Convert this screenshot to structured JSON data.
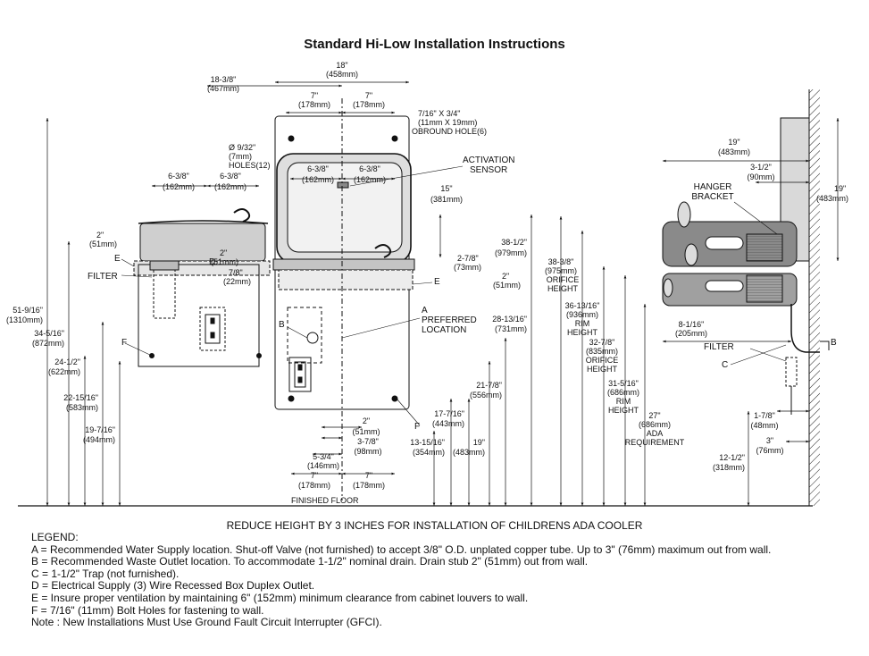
{
  "title": "Standard Hi-Low Installation Instructions",
  "reduce_note": "REDUCE HEIGHT BY 3 INCHES FOR INSTALLATION OF CHILDRENS ADA COOLER",
  "finished_floor": "FINISHED FLOOR",
  "legend": {
    "heading": "LEGEND:",
    "items": [
      "A = Recommended Water Supply location. Shut-off Valve (not furnished) to accept 3/8\" O.D. unplated copper tube. Up to 3\" (76mm) maximum out from wall.",
      "B = Recommended Waste Outlet location. To accommodate 1-1/2\" nominal drain. Drain stub 2\" (51mm) out from wall.",
      "C = 1-1/2\" Trap (not furnished).",
      "D = Electrical Supply (3) Wire Recessed Box Duplex Outlet.",
      "E = Insure proper ventilation by maintaining 6\" (152mm) minimum clearance from cabinet louvers to wall.",
      "F = 7/16\" (11mm) Bolt Holes for fastening to wall.",
      "Note : New Installations Must Use Ground Fault Circuit Interrupter (GFCI)."
    ]
  },
  "labels": {
    "filter": "FILTER",
    "activation": "ACTIVATION",
    "sensor": "SENSOR",
    "preferred": "PREFERRED",
    "location": "LOCATION",
    "hanger": "HANGER",
    "bracket": "BRACKET",
    "ada": "ADA",
    "requirement": "REQUIREMENT",
    "orifice": "ORIFICE",
    "height": "HEIGHT",
    "rim": "RIM",
    "obround1": "7/16\" X 3/4\"",
    "obround2": "(11mm X 19mm)",
    "obround3": "OBROUND HOLE(6)",
    "holes1": "Ø 9/32\"",
    "holes2": "(7mm)",
    "holes3": "HOLES(12)",
    "A": "A",
    "B": "B",
    "C": "C",
    "D": "D",
    "E": "E",
    "F": "F"
  },
  "dims": {
    "d18": "18\"",
    "d18mm": "(458mm)",
    "d18_38": "18-3/8\"",
    "d18_38mm": "(467mm)",
    "d7": "7\"",
    "d7mm": "(178mm)",
    "d6_38": "6-3/8\"",
    "d6_38mm": "(162mm)",
    "d15": "15\"",
    "d15mm": "(381mm)",
    "d2": "2\"",
    "d2mm": "(51mm)",
    "d2_78": "2-7/8\"",
    "d2_78mm": "(73mm)",
    "d7_8": "7/8\"",
    "d7_8mm": "(22mm)",
    "d38_12": "38-1/2\"",
    "d38_12mm": "(979mm)",
    "d51_916": "51-9/16\"",
    "d51_916mm": "(1310mm)",
    "d34_516": "34-5/16\"",
    "d34_516mm": "(872mm)",
    "d24_12": "24-1/2\"",
    "d24_12mm": "(622mm)",
    "d22_1516": "22-15/16\"",
    "d22_1516mm": "(583mm)",
    "d19_716": "19-7/16\"",
    "d19_716mm": "(494mm)",
    "d28_1316": "28-13/16\"",
    "d28_1316mm": "(731mm)",
    "d21_78": "21-7/8\"",
    "d21_78mm": "(556mm)",
    "d17_716": "17-7/16\"",
    "d17_716mm": "(443mm)",
    "d13_1516": "13-15/16\"",
    "d13_1516mm": "(354mm)",
    "d19": "19\"",
    "d19mm": "(483mm)",
    "d5_34": "5-3/4\"",
    "d5_34mm": "(146mm)",
    "d3_78": "3-7/8\"",
    "d3_78mm": "(98mm)",
    "d3_12": "3-1/2\"",
    "d3_12mm": "(90mm)",
    "d38_38": "38-3/8\"",
    "d38_38mm": "(975mm)",
    "d36_1316": "36-13/16\"",
    "d36_1316mm": "(936mm)",
    "d32_78": "32-7/8\"",
    "d32_78mm": "(835mm)",
    "d31_516": "31-5/16\"",
    "d31_516mm": "(686mm)",
    "d27": "27\"",
    "d27mm": "(686mm)",
    "d8_116": "8-1/16\"",
    "d8_116mm": "(205mm)",
    "d1_78": "1-7/8\"",
    "d1_78mm": "(48mm)",
    "d3": "3\"",
    "d3mm": "(76mm)",
    "d12_12": "12-1/2\"",
    "d12_12mm": "(318mm)"
  }
}
